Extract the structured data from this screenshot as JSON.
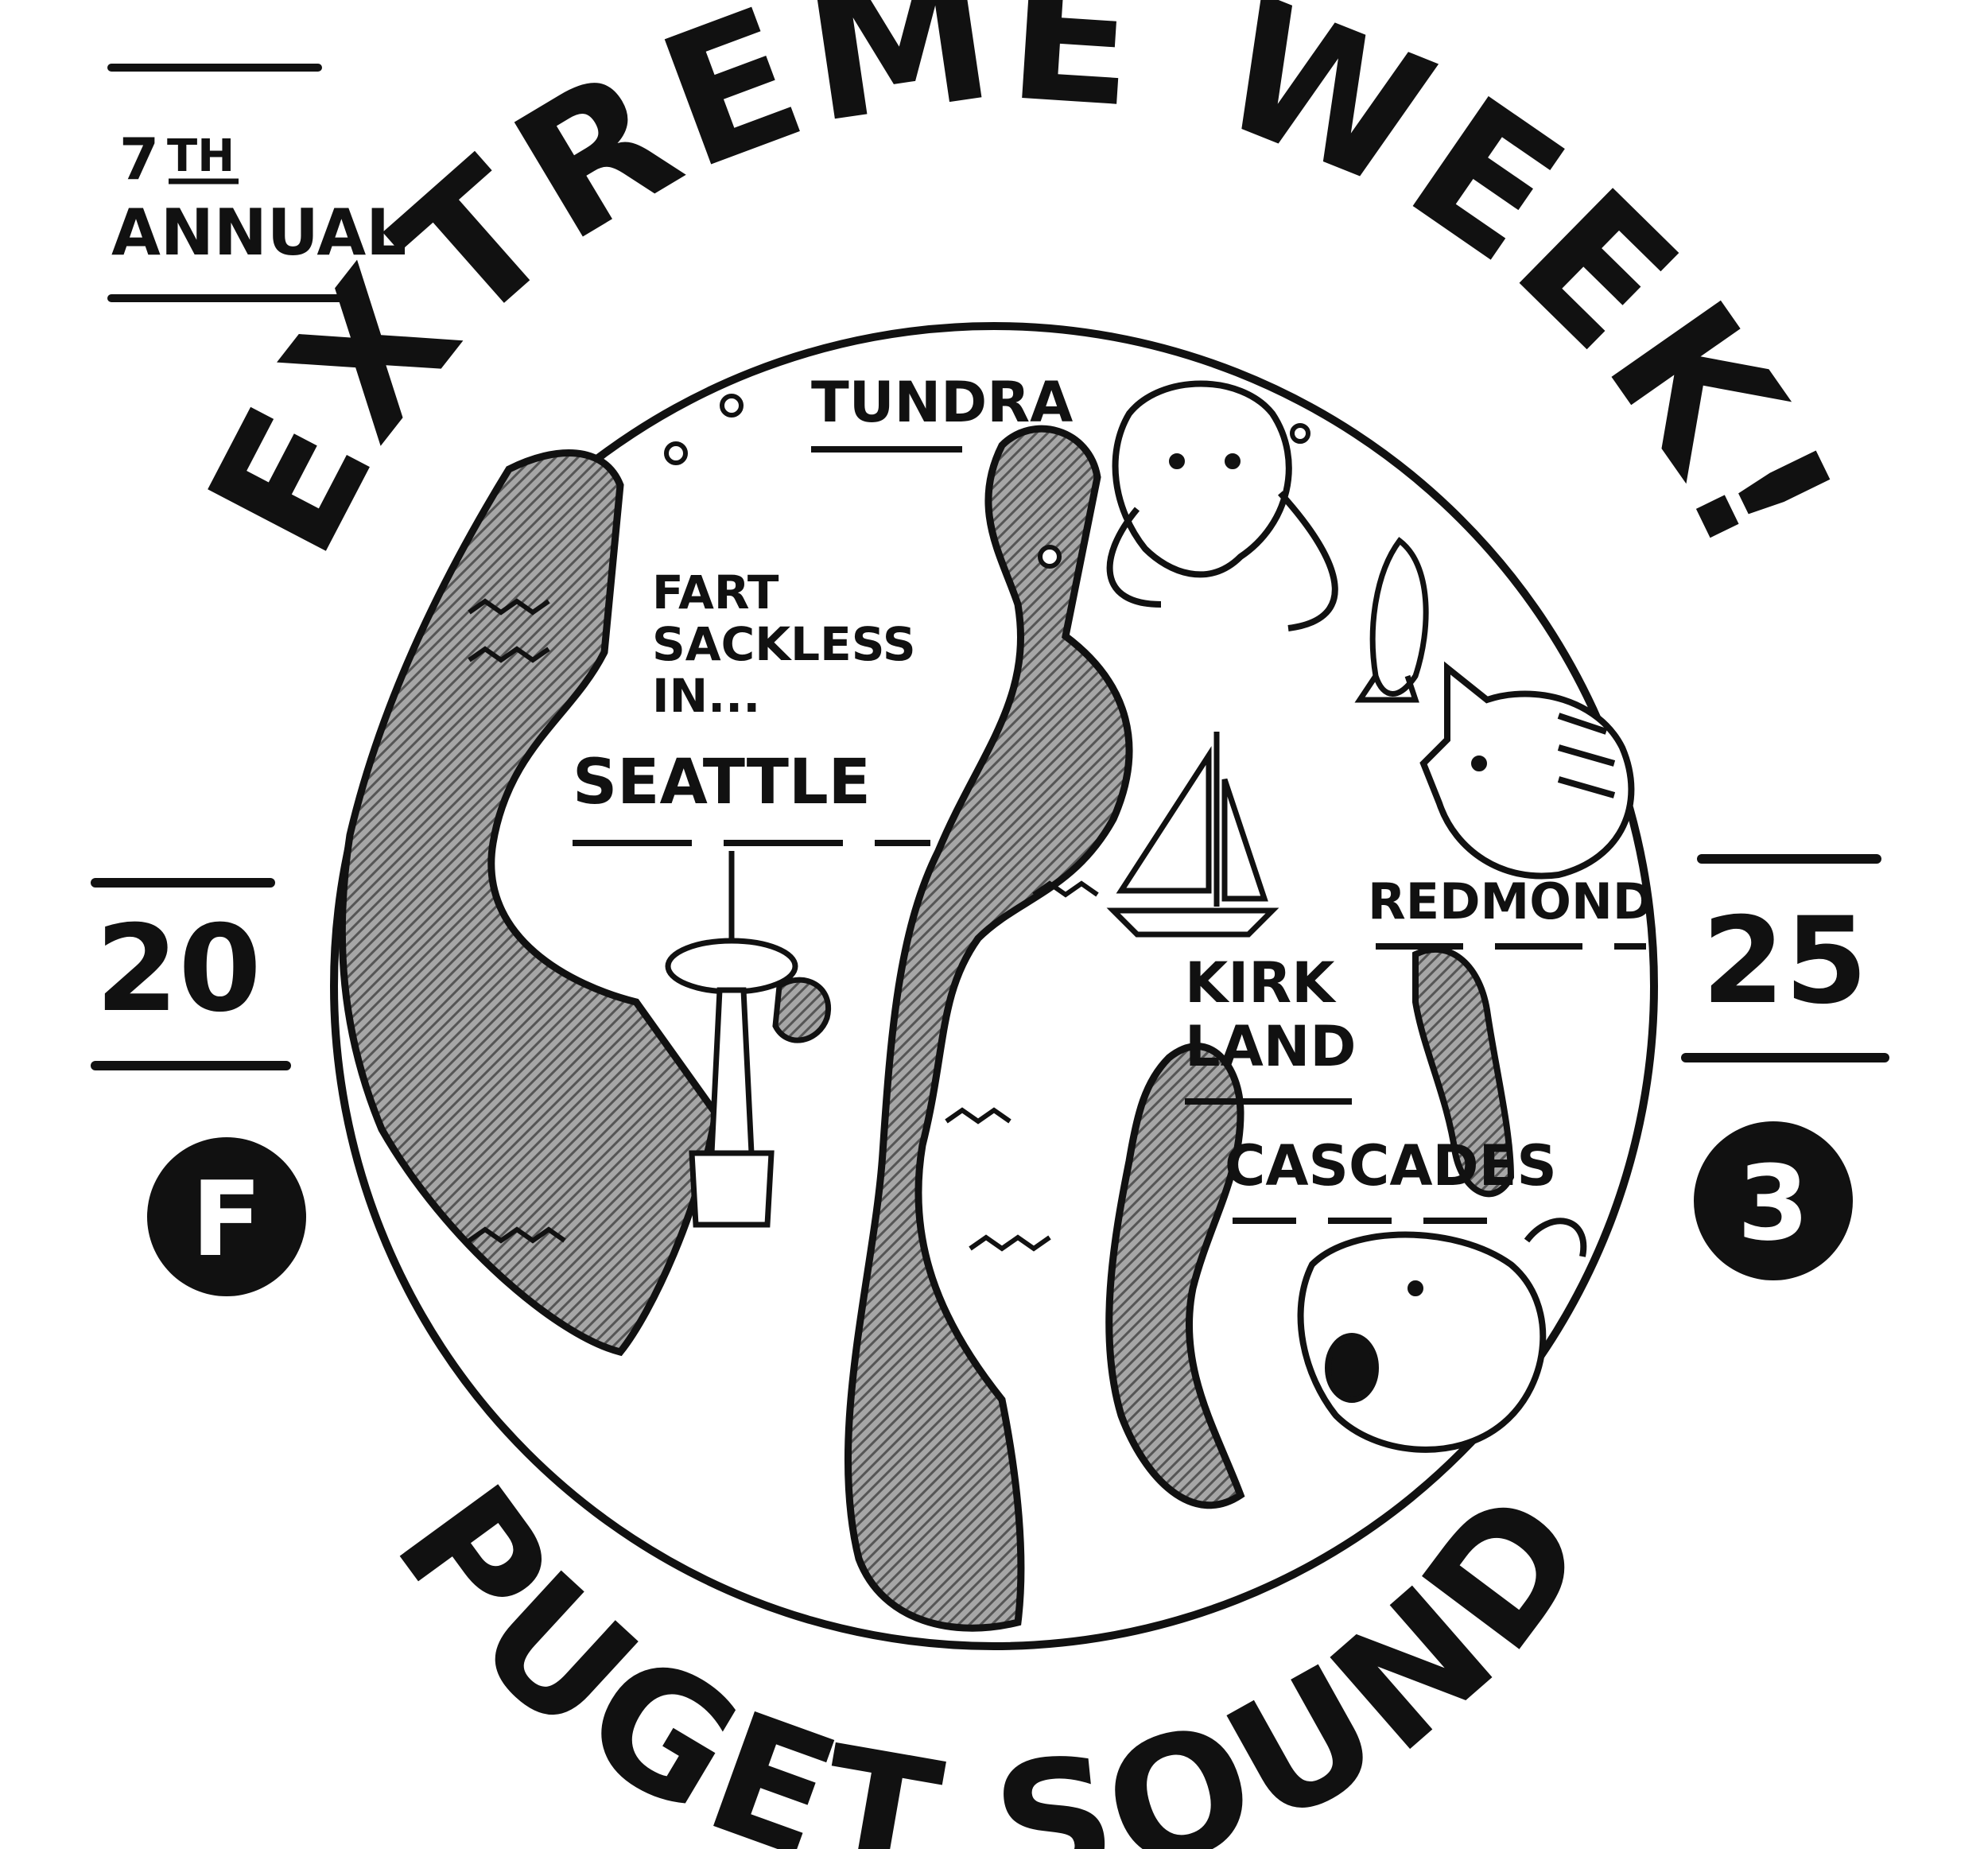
{
  "header": {
    "ordinal_number": "7",
    "ordinal_suffix": "TH",
    "annual": "ANNUAL",
    "title": "EXTREME WEEK!"
  },
  "year": {
    "left": "20",
    "right": "25"
  },
  "badges": {
    "left": "F",
    "right": "3"
  },
  "footer": {
    "title": "PUGET SOUND"
  },
  "map": {
    "labels": {
      "tundra": "TUNDRA",
      "fart_line1": "FART",
      "fart_line2": "SACKLESS",
      "fart_line3": "IN...",
      "seattle": "SEATTLE",
      "redmond": "REDMOND",
      "kirk": "KIRK",
      "land": "LAND",
      "cascades": "CASCADES"
    }
  },
  "colors": {
    "ink": "#111111",
    "paper": "#ffffff",
    "shade": "#8c8c8c"
  },
  "icons": [
    "space-needle-icon",
    "mammoth-icon",
    "tiger-icon",
    "bear-icon",
    "sailboat-icon",
    "fish-icon",
    "wave-icon"
  ]
}
